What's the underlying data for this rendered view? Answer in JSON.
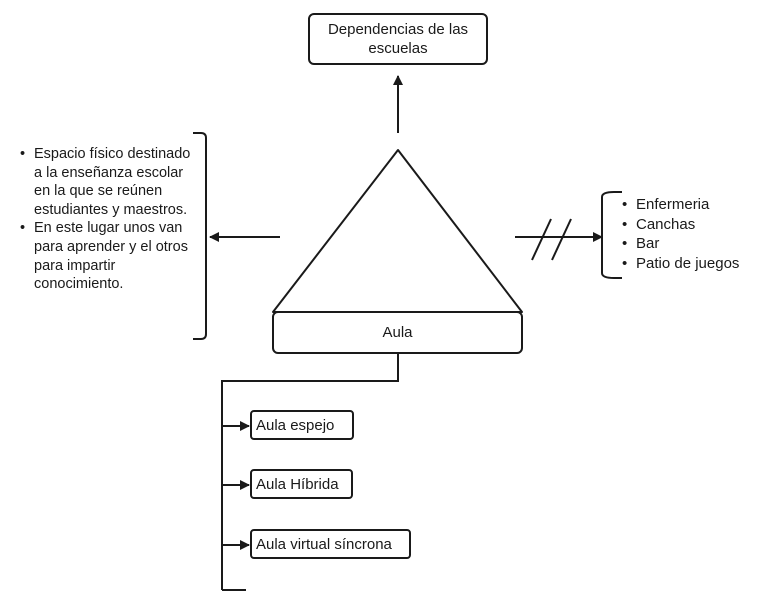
{
  "top_box": {
    "label": "Dependencias de las escuelas"
  },
  "main_node": {
    "label": "Aula"
  },
  "definition": {
    "items": [
      "Espacio físico destinado a la enseñanza escolar en la que se reúnen estudiantes y maestros.",
      "En este lugar unos van para aprender y el otros para impartir conocimiento."
    ]
  },
  "excluded": {
    "items": [
      "Enfermeria",
      "Canchas",
      "Bar",
      "Patio de juegos"
    ]
  },
  "types": {
    "items": [
      "Aula espejo",
      "Aula Híbrida",
      "Aula virtual síncrona"
    ]
  }
}
